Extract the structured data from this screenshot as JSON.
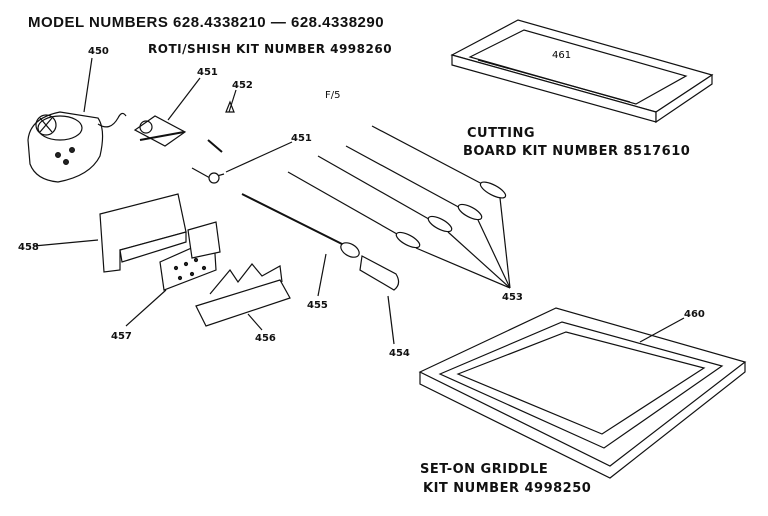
{
  "header": {
    "model_numbers": "MODEL NUMBERS 628.4338210 — 628.4338290",
    "roti_kit": "ROTI/SHISH KIT NUMBER 4998260",
    "page_mark": "F/5"
  },
  "kits": {
    "cutting_board_line1": "CUTTING",
    "cutting_board_line2": "BOARD KIT NUMBER 8517610",
    "cutting_board_stamp": "461",
    "griddle_line1": "SET-ON GRIDDLE",
    "griddle_line2": "KIT NUMBER 4998250"
  },
  "callouts": {
    "p450": "450",
    "p451a": "451",
    "p451b": "451",
    "p452": "452",
    "p453": "453",
    "p454": "454",
    "p455": "455",
    "p456": "456",
    "p457": "457",
    "p458": "458",
    "p460": "460"
  }
}
